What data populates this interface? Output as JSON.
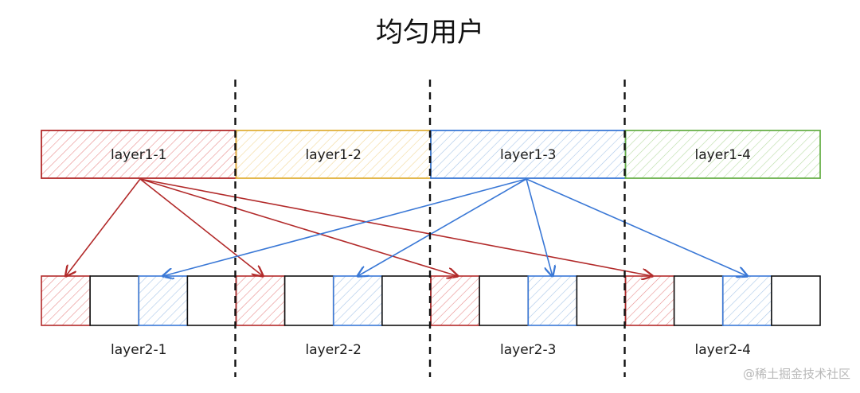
{
  "title": "均匀用户",
  "watermark": "@稀土掘金技术社区",
  "colors": {
    "red": "#b22a2a",
    "red_fill": "#e88d8d",
    "yellow": "#e0b13b",
    "yellow_fill": "#f2d89a",
    "blue": "#3a78d6",
    "blue_fill": "#a9c6e8",
    "green": "#69b04a",
    "green_fill": "#b8dca4",
    "divider": "#111111",
    "cell_border": "#111111"
  },
  "layer1": [
    {
      "label": "layer1-1",
      "color": "red"
    },
    {
      "label": "layer1-2",
      "color": "yellow"
    },
    {
      "label": "layer1-3",
      "color": "blue"
    },
    {
      "label": "layer1-4",
      "color": "green"
    }
  ],
  "layer2_groups": [
    {
      "label": "layer2-1"
    },
    {
      "label": "layer2-2"
    },
    {
      "label": "layer2-3"
    },
    {
      "label": "layer2-4"
    }
  ],
  "layer2_cells": [
    "red",
    "white",
    "blue",
    "white",
    "red",
    "white",
    "blue",
    "white",
    "red",
    "white",
    "blue",
    "white",
    "red",
    "white",
    "blue",
    "white"
  ],
  "arrows": [
    {
      "from": "layer1-1",
      "to_cell": 0,
      "color": "red"
    },
    {
      "from": "layer1-1",
      "to_cell": 4,
      "color": "red"
    },
    {
      "from": "layer1-1",
      "to_cell": 8,
      "color": "red"
    },
    {
      "from": "layer1-1",
      "to_cell": 12,
      "color": "red"
    },
    {
      "from": "layer1-3",
      "to_cell": 2,
      "color": "blue"
    },
    {
      "from": "layer1-3",
      "to_cell": 6,
      "color": "blue"
    },
    {
      "from": "layer1-3",
      "to_cell": 10,
      "color": "blue"
    },
    {
      "from": "layer1-3",
      "to_cell": 14,
      "color": "blue"
    }
  ]
}
